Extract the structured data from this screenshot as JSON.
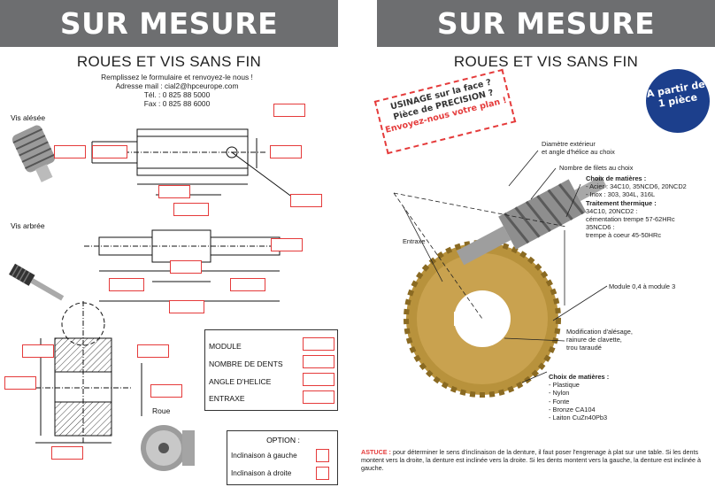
{
  "left": {
    "banner": "SUR MESURE",
    "title": "ROUES ET VIS SANS FIN",
    "contact": {
      "line1": "Remplissez le formulaire et renvoyez-le nous !",
      "line2": "Adresse mail : cial2@hpceurope.com",
      "line3": "Tél. : 0 825 88 5000",
      "line4": "Fax : 0 825 88 6000"
    },
    "labels": {
      "vis_alesee": "Vis alésée",
      "vis_arbree": "Vis arbrée",
      "roue": "Roue"
    },
    "form": [
      "MODULE",
      "NOMBRE DE DENTS",
      "ANGLE D'HELICE",
      "ENTRAXE"
    ],
    "option": {
      "title": "OPTION :",
      "items": [
        "Inclinaison à gauche",
        "Inclinaison à droite"
      ]
    }
  },
  "right": {
    "banner": "SUR MESURE",
    "title": "ROUES ET VIS SANS FIN",
    "stamp": {
      "line1": "USINAGE sur la face ?",
      "line2": "Pièce de PRECISION ?",
      "line3": "Envoyez-nous votre plan !"
    },
    "badge": {
      "line1": "A partir de",
      "line2": "1 pièce"
    },
    "annotations": {
      "diametre": [
        "Diamètre extérieur",
        "et angle d'hélice au choix"
      ],
      "filets": "Nombre de filets au choix",
      "entraxe": "Entraxe",
      "module": "Module 0,4 à module 3",
      "alesage": [
        "Modification d'alésage,",
        "rainure de clavette,",
        "trou taraudé"
      ]
    },
    "screw_materials": {
      "title": "Choix de matières :",
      "lines": [
        "- Acier : 34C10, 35NCD6, 20NCD2",
        "- Inox : 303, 304L, 316L"
      ],
      "treatment_title": "Traitement thermique :",
      "treatment": [
        "34C10, 20NCD2 :",
        "cémentation trempe 57-62HRc",
        "35NCD6 :",
        "trempe à coeur 45-50HRc"
      ]
    },
    "wheel_materials": {
      "title": "Choix de matières :",
      "lines": [
        "- Plastique",
        "- Nylon",
        "- Fonte",
        "- Bronze CA104",
        "- Laiton CuZn40Pb3"
      ]
    },
    "tip": {
      "label": "ASTUCE :",
      "text": "pour déterminer le sens d'inclinaison de la denture, il faut poser l'engrenage à plat sur une table. Si les dents montent vers la droite, la denture est inclinée vers la droite. Si les dents montent vers la gauche, la denture est inclinée à gauche."
    }
  }
}
